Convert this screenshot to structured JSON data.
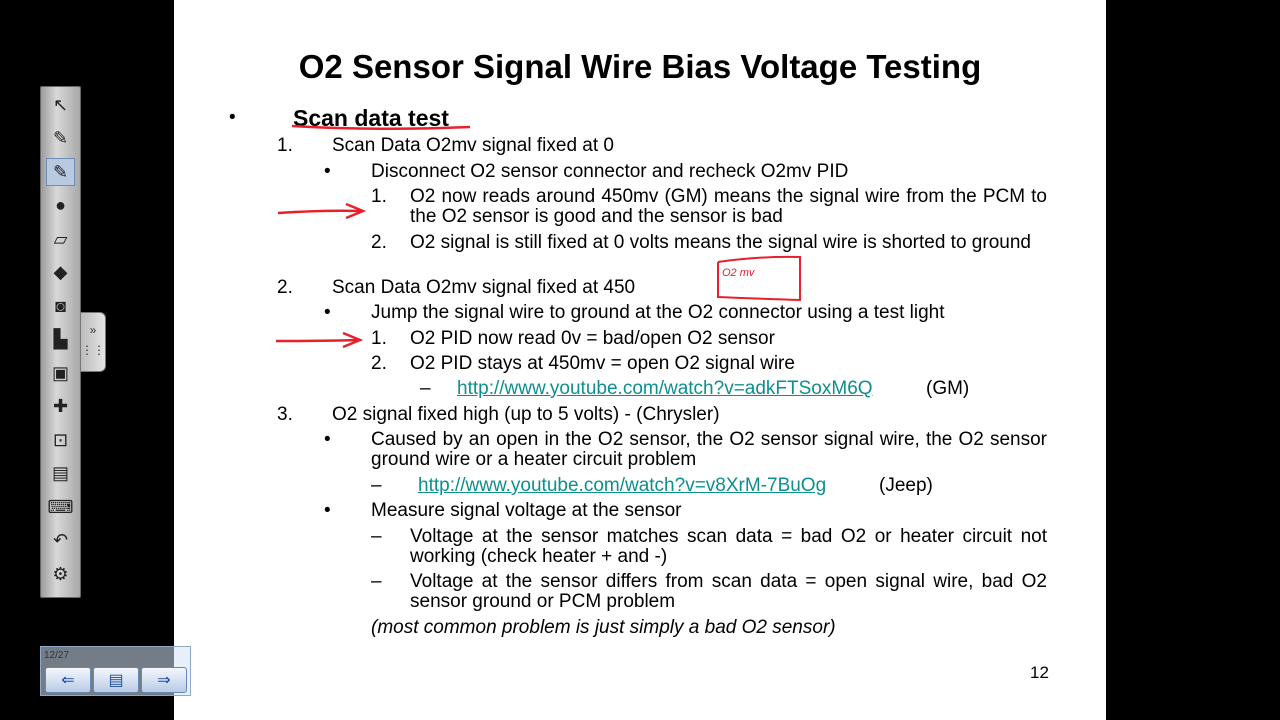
{
  "slide": {
    "title": "O2 Sensor Signal Wire Bias Voltage Testing",
    "page_number": "12",
    "bullet_glyph": "•",
    "dash_glyph": "–",
    "heading": "Scan data test",
    "sections": [
      {
        "num": "1.",
        "text": "Scan Data O2mv signal fixed at 0",
        "sub": {
          "text": "Disconnect O2 sensor  connector and recheck O2mv PID",
          "items": [
            {
              "num": "1.",
              "text": "O2 now reads around 450mv (GM) means the signal wire from the PCM to the O2 sensor is good and the sensor is bad"
            },
            {
              "num": "2.",
              "text": "O2 signal is still fixed at 0 volts means the signal wire is shorted to ground"
            }
          ]
        }
      },
      {
        "num": "2.",
        "text": "Scan Data O2mv signal fixed at 450",
        "sub": {
          "text": "Jump the signal wire to ground at the O2 connector using a test light",
          "items": [
            {
              "num": "1.",
              "text": "O2 PID now read 0v = bad/open O2 sensor"
            },
            {
              "num": "2.",
              "text": "O2 PID stays at 450mv = open O2 signal wire"
            }
          ],
          "link": {
            "url": "http://www.youtube.com/watch?v=adkFTSoxM6Q",
            "suffix": "(GM)"
          }
        }
      },
      {
        "num": "3.",
        "text": "O2 signal fixed high  (up to 5 volts) - (Chrysler)",
        "subs": [
          {
            "text": "Caused by an open in the O2 sensor, the O2 sensor signal wire, the O2 sensor ground wire or a heater circuit problem",
            "link": {
              "url": "http://www.youtube.com/watch?v=v8XrM-7BuOg",
              "suffix": "(Jeep)"
            }
          },
          {
            "text": "Measure signal voltage at the sensor",
            "items": [
              {
                "text": "Voltage at the sensor matches scan data = bad O2 or heater circuit not working (check heater + and -)"
              },
              {
                "text": "Voltage at the sensor differs from scan data = open signal wire, bad O2 sensor ground or PCM problem"
              }
            ]
          }
        ],
        "note": "(most common problem is just simply a bad O2 sensor)"
      }
    ],
    "annotation_text": "O2 mv",
    "ink_color": "#e8202a",
    "link_color": "#0d8f8f"
  },
  "toolbar": {
    "tools": [
      {
        "name": "pointer-tool",
        "icon": "arrow-pointer-icon",
        "glyph": "↖",
        "active": false
      },
      {
        "name": "pen-tool",
        "icon": "pen-icon",
        "glyph": "✎",
        "active": false
      },
      {
        "name": "felt-pen-tool",
        "icon": "felt-pen-icon",
        "glyph": "✎",
        "active": true
      },
      {
        "name": "highlighter-tool",
        "icon": "highlighter-icon",
        "glyph": "●",
        "active": false
      },
      {
        "name": "eraser-tool",
        "icon": "eraser-icon",
        "glyph": "▱",
        "active": false
      },
      {
        "name": "marker-tool",
        "icon": "marker-icon",
        "glyph": "◆",
        "active": false
      },
      {
        "name": "camera-tool",
        "icon": "camera-icon",
        "glyph": "◙",
        "active": false
      },
      {
        "name": "stamp-tool",
        "icon": "stamp-icon",
        "glyph": "▙",
        "active": false
      },
      {
        "name": "screen-capture-tool",
        "icon": "screen-capture-icon",
        "glyph": "▣",
        "active": false
      },
      {
        "name": "spotlight-tool",
        "icon": "spotlight-icon",
        "glyph": "✚",
        "active": false
      },
      {
        "name": "magnifier-tool",
        "icon": "magnifier-icon",
        "glyph": "⊡",
        "active": false
      },
      {
        "name": "notes-tool",
        "icon": "notes-icon",
        "glyph": "▤",
        "active": false
      },
      {
        "name": "keyboard-tool",
        "icon": "keyboard-icon",
        "glyph": "⌨",
        "active": false
      },
      {
        "name": "undo-tool",
        "icon": "undo-icon",
        "glyph": "↶",
        "active": false
      },
      {
        "name": "settings-tool",
        "icon": "gear-icon",
        "glyph": "⚙",
        "active": false
      }
    ],
    "expand_glyph": "»",
    "grip_glyph": "⋮⋮"
  },
  "navigator": {
    "page_counter": "12/27",
    "prev_glyph": "⇐",
    "menu_glyph": "▤",
    "next_glyph": "⇒"
  }
}
